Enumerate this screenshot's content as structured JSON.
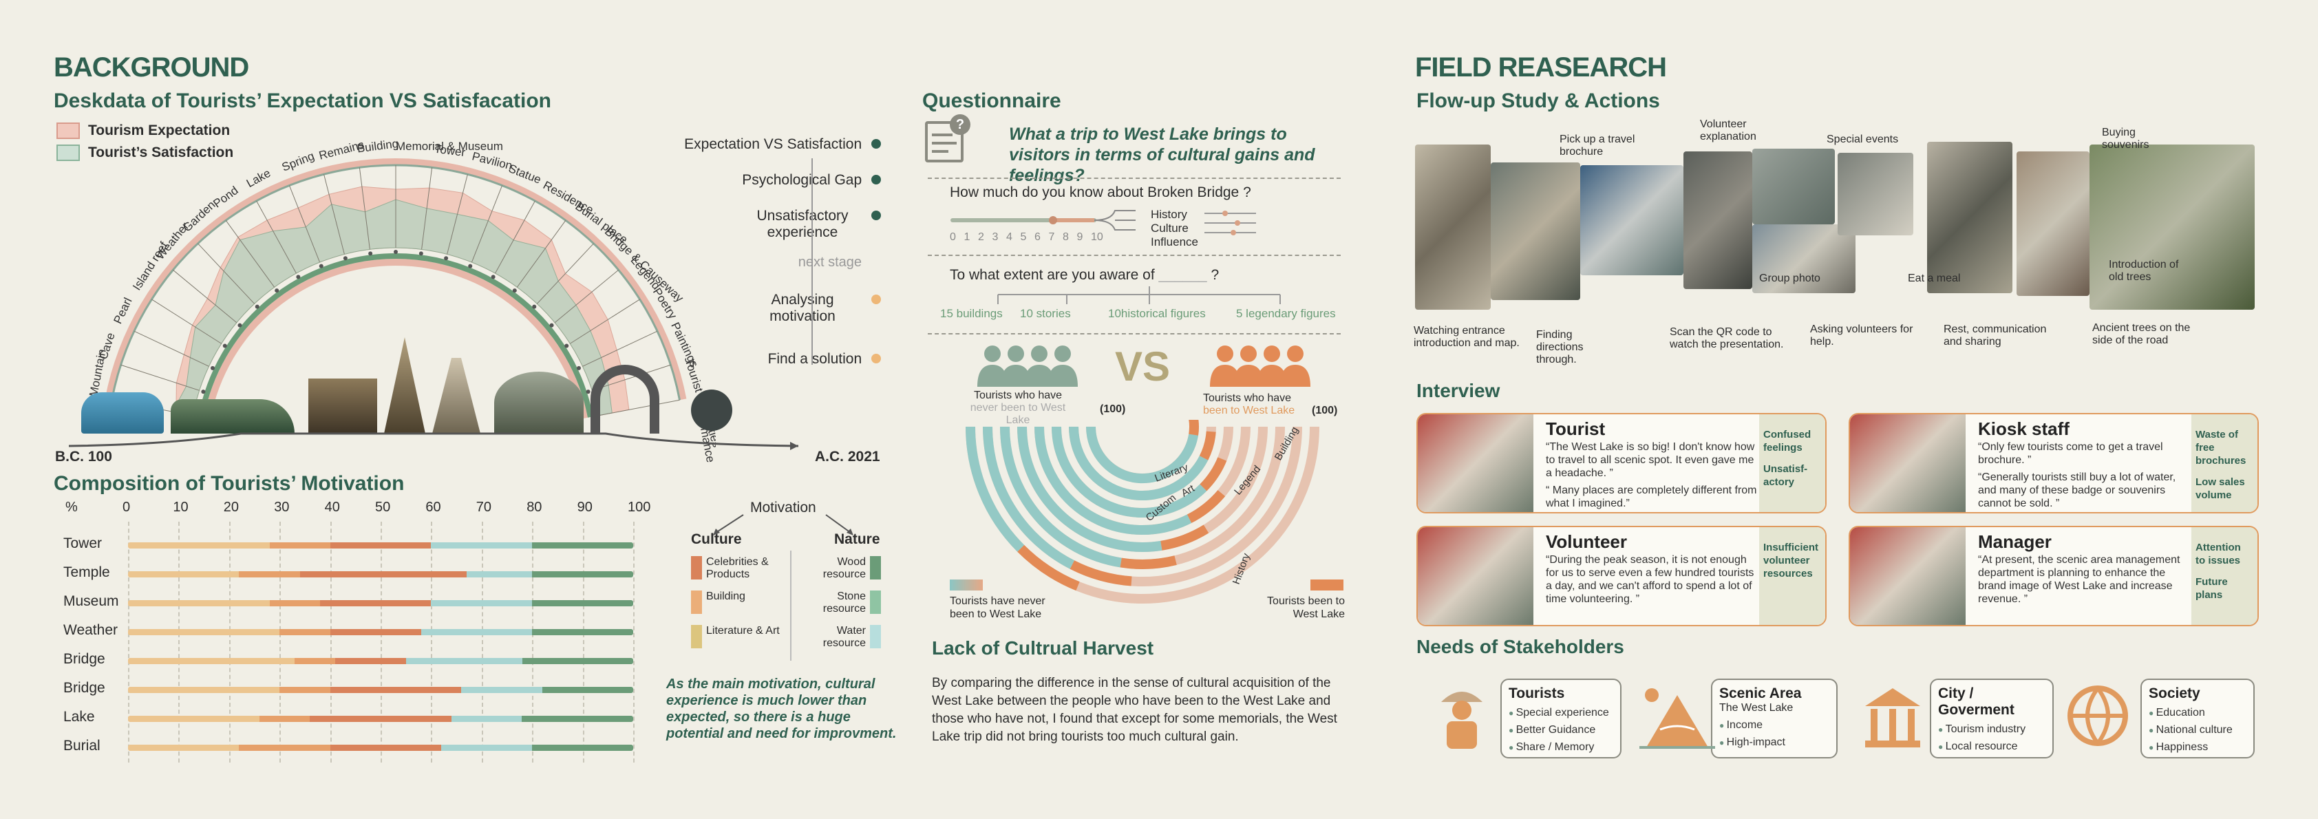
{
  "background": {
    "title": "BACKGROUND",
    "subtitle": "Deskdata of Tourists’ Expectation VS Satisfacation",
    "legend": [
      "Tourism Expectation",
      "Tourist’s Satisfaction"
    ],
    "fan_labels": [
      "Mountain",
      "Cave",
      "Pearl",
      "Island reef",
      "Weather",
      "Garden",
      "Pond",
      "Lake",
      "Spring",
      "Remains",
      "Building",
      "Memorial & Museum",
      "Tower",
      "Pavilion",
      "Statue",
      "Residence",
      "Burial place",
      "Bridge & Causeway",
      "Legend",
      "Poetry",
      "Paintings",
      "Tourist specialties",
      "Performance"
    ],
    "timeline_start": "B.C. 100",
    "timeline_end": "A.C. 2021",
    "flow": [
      "Expectation VS Satisfaction",
      "Psychological Gap",
      "Unsatisfactory experience",
      "next stage",
      "Analysing motivation",
      "Find a solution"
    ]
  },
  "motivation": {
    "title": "Composition of Tourists’ Motivation",
    "percent_label": "%",
    "ticks": [
      "0",
      "10",
      "20",
      "30",
      "40",
      "50",
      "60",
      "70",
      "80",
      "90",
      "100"
    ],
    "rows": [
      {
        "label": "Tower",
        "segs": [
          28,
          12,
          20,
          20,
          20
        ]
      },
      {
        "label": "Temple",
        "segs": [
          22,
          12,
          33,
          13,
          20
        ]
      },
      {
        "label": "Museum",
        "segs": [
          28,
          10,
          22,
          20,
          20
        ]
      },
      {
        "label": "Weather",
        "segs": [
          30,
          10,
          18,
          22,
          20
        ]
      },
      {
        "label": "Bridge",
        "segs": [
          33,
          8,
          14,
          23,
          22
        ]
      },
      {
        "label": "Bridge",
        "segs": [
          30,
          10,
          26,
          16,
          18
        ]
      },
      {
        "label": "Lake",
        "segs": [
          26,
          10,
          28,
          14,
          22
        ]
      },
      {
        "label": "Burial",
        "segs": [
          22,
          18,
          22,
          18,
          20
        ]
      }
    ],
    "seg_colors": [
      "#ecc58f",
      "#e6a06a",
      "#d9825a",
      "#a8d4d1",
      "#6b9c78"
    ],
    "tree_root": "Motivation",
    "culture": {
      "title": "Culture",
      "items": [
        "Celebrities & Products",
        "Building",
        "Literature & Art"
      ],
      "colors": [
        "#d9825a",
        "#ebae79",
        "#dcc57e"
      ]
    },
    "nature": {
      "title": "Nature",
      "items": [
        "Wood resource",
        "Stone resource",
        "Water resource"
      ],
      "colors": [
        "#6b9c78",
        "#8fc4a3",
        "#b7dedd"
      ]
    },
    "conclusion": "As the main motivation, cultural experience is much lower than expected, so there is a huge potential and need for improvment."
  },
  "questionnaire": {
    "title": "Questionnaire",
    "question": "What a trip to West Lake brings to visitors in terms of cultural gains and feelings?",
    "q1": "How much do you know about Broken Bridge ?",
    "scale": [
      "0",
      "1",
      "2",
      "3",
      "4",
      "5",
      "6",
      "7",
      "8",
      "9",
      "10"
    ],
    "branches": [
      "History",
      "Culture",
      "Influence"
    ],
    "q2_prefix": "To what extent are you aware of",
    "q2_blank": "______",
    "q2_suffix": "?",
    "options": [
      "15 buildings",
      "10 stories",
      "10historical figures",
      "5 legendary figures"
    ],
    "group_a": "Tourists who have",
    "group_a2": "never been to West Lake",
    "group_a_n": "(100)",
    "vs": "VS",
    "group_b": "Tourists who have",
    "group_b2": "been to West Lake",
    "group_b_n": "(100)",
    "arc_labels": [
      "Literary",
      "Art",
      "Custom",
      "Legend",
      "Building",
      "History"
    ],
    "legend_left": "Tourists have never been to West Lake",
    "legend_right": "Tourists been to West Lake",
    "lack_title": "Lack of Cultrual Harvest",
    "lack_text": "By comparing the difference in the sense of cultural acquisition of the West Lake between the people who have been to the West Lake and those who have not, I found that except for some memorials, the West Lake trip did not bring tourists too much cultural gain."
  },
  "field": {
    "title": "FIELD REASEARCH",
    "subtitle": "Flow-up Study & Actions",
    "callouts": [
      "Pick up a travel brochure",
      "Volunteer explanation",
      "Special events",
      "Buying souvenirs",
      "Watching entrance introduction and map.",
      "Finding directions through.",
      "Scan the QR code to watch the presentation.",
      "Group photo",
      "Asking volunteers for help.",
      "Eat a meal",
      "Rest, communication and sharing",
      "Introduction of old trees",
      "Ancient trees on the side of the road"
    ],
    "interview_title": "Interview",
    "interviews": [
      {
        "name": "Tourist",
        "quote1": "“The West Lake is so big! I don't know how to travel to all scenic spot. It even gave me a headache. ”",
        "quote2": "“ Many places are completely different from what I imagined.”",
        "tags": [
          "Confused feelings",
          "Unsatisf-actory"
        ]
      },
      {
        "name": "Kiosk staff",
        "quote1": "“Only few tourists come to get a travel brochure. ”",
        "quote2": "“Generally tourists still buy a lot of water, and many of these badge or souvenirs cannot be sold. ”",
        "tags": [
          "Waste of free brochures",
          "Low sales volume"
        ]
      },
      {
        "name": "Volunteer",
        "quote1": "“During the peak season, it is not enough for us to serve even a few hundred tourists a day, and we can't afford to spend a lot of time volunteering. ”",
        "quote2": "",
        "tags": [
          "Insufficient volunteer resources"
        ]
      },
      {
        "name": "Manager",
        "quote1": "“At present, the scenic area management department is planning to enhance the brand image of West Lake and increase revenue. ”",
        "quote2": "",
        "tags": [
          "Attention to issues",
          "Future plans"
        ]
      }
    ],
    "needs_title": "Needs of Stakeholders",
    "stakeholders": [
      {
        "name": "Tourists",
        "sub": "",
        "items": [
          "Special experience",
          "Better Guidance",
          "Share / Memory"
        ]
      },
      {
        "name": "Scenic Area",
        "sub": "The West Lake",
        "items": [
          "Income",
          "High-impact"
        ]
      },
      {
        "name": "City / Goverment",
        "sub": "",
        "items": [
          "Tourism industry",
          "Local resource"
        ]
      },
      {
        "name": "Society",
        "sub": "",
        "items": [
          "Education",
          "National culture",
          "Happiness"
        ]
      }
    ]
  }
}
